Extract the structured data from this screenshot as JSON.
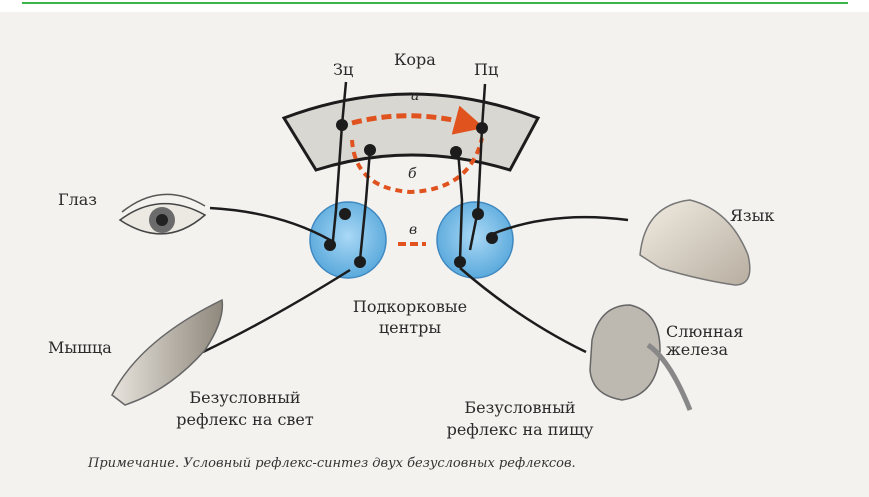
{
  "labels": {
    "cortex": "Кора",
    "zc": "Зц",
    "pc": "Пц",
    "eye": "Глаз",
    "tongue": "Язык",
    "muscle": "Мышца",
    "gland_line1": "Слюнная",
    "gland_line2": "железа",
    "subcortical_line1": "Подкорковые",
    "subcortical_line2": "центры",
    "reflex_light_line1": "Безусловный",
    "reflex_light_line2": "рефлекс на свет",
    "reflex_food_line1": "Безусловный",
    "reflex_food_line2": "рефлекс на пищу",
    "path_a": "а",
    "path_b": "б",
    "path_v": "в"
  },
  "note": "Примечание. Условный рефлекс-синтез двух безусловных рефлексов.",
  "colors": {
    "cortex_fill": "#d9d7d2",
    "center_fill": "#7fc2ec",
    "arrow": "#e0531f",
    "nerve": "#1c1c1c",
    "accent_line": "#3bb54a"
  },
  "icons": [
    "eye-icon",
    "tongue-icon",
    "muscle-icon",
    "salivary-gland-icon"
  ]
}
